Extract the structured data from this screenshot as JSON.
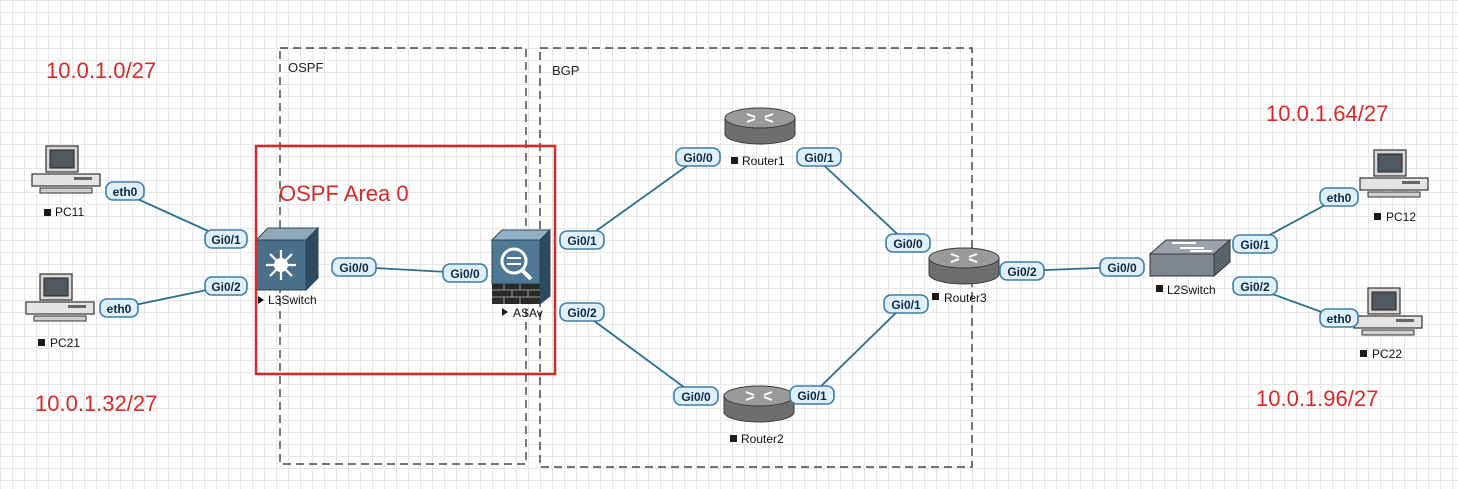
{
  "zones": {
    "ospf_label": "OSPF",
    "bgp_label": "BGP",
    "area_label": "OSPF Area 0",
    "area_color": "#d42a2a"
  },
  "subnets": {
    "pc11_net": "10.0.1.0/27",
    "pc21_net": "10.0.1.32/27",
    "pc12_net": "10.0.1.64/27",
    "pc22_net": "10.0.1.96/27"
  },
  "devices": {
    "pc11": "PC11",
    "pc21": "PC21",
    "l3switch": "L3Switch",
    "asav": "ASAv",
    "router1": "Router1",
    "router2": "Router2",
    "router3": "Router3",
    "l2switch": "L2Switch",
    "pc12": "PC12",
    "pc22": "PC22"
  },
  "ports": {
    "pc11_eth0": "eth0",
    "pc21_eth0": "eth0",
    "l3_gi01": "Gi0/1",
    "l3_gi02": "Gi0/2",
    "l3_gi00": "Gi0/0",
    "asa_gi00": "Gi0/0",
    "asa_gi01": "Gi0/1",
    "asa_gi02": "Gi0/2",
    "r1_gi00": "Gi0/0",
    "r1_gi01": "Gi0/1",
    "r2_gi00": "Gi0/0",
    "r2_gi01": "Gi0/1",
    "r3_gi00": "Gi0/0",
    "r3_gi01": "Gi0/1",
    "r3_gi02": "Gi0/2",
    "l2_gi00": "Gi0/0",
    "l2_gi01": "Gi0/1",
    "l2_gi02": "Gi0/2",
    "pc12_eth0": "eth0",
    "pc22_eth0": "eth0"
  }
}
